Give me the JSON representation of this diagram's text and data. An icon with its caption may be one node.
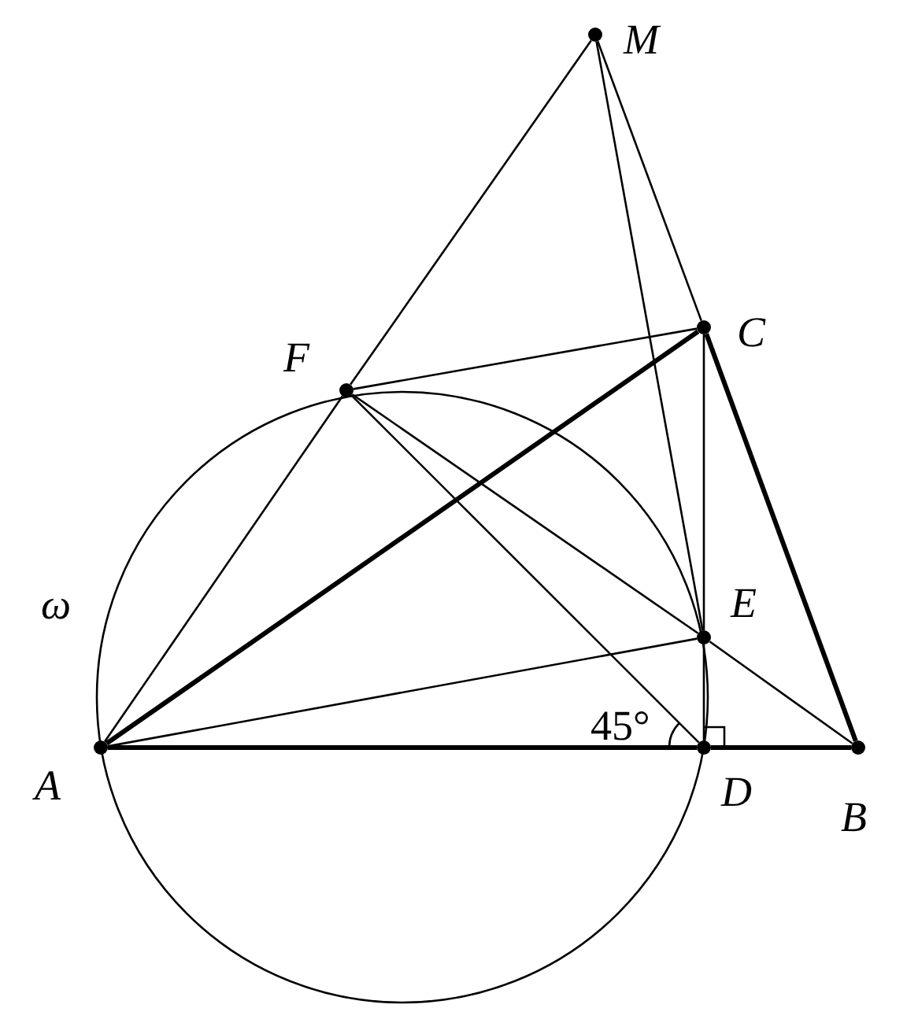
{
  "diagram": {
    "nodes": [
      {
        "text": [
          "M"
        ]
      },
      {
        "text": [
          "C"
        ]
      },
      {
        "text": [
          "F"
        ]
      },
      {
        "text": [
          "E"
        ]
      },
      {
        "text": [
          "A"
        ]
      },
      {
        "text": [
          "D"
        ]
      },
      {
        "text": [
          "B"
        ]
      }
    ],
    "edges": [
      {
        "from": 0,
        "to": 2,
        "arrow": "none"
      },
      {
        "from": 2,
        "to": 4,
        "arrow": "none"
      },
      {
        "from": 0,
        "to": 1,
        "arrow": "none"
      },
      {
        "from": 0,
        "to": 3,
        "arrow": "none"
      },
      {
        "from": 2,
        "to": 1,
        "arrow": "none"
      },
      {
        "from": 2,
        "to": 3,
        "arrow": "none"
      },
      {
        "from": 3,
        "to": 6,
        "arrow": "none"
      },
      {
        "from": 2,
        "to": 5,
        "arrow": "none"
      },
      {
        "from": 4,
        "to": 1,
        "arrow": "none",
        "style": "thick"
      },
      {
        "from": 4,
        "to": 3,
        "arrow": "none"
      },
      {
        "from": 4,
        "to": 5,
        "arrow": "none",
        "style": "thick"
      },
      {
        "from": 5,
        "to": 6,
        "arrow": "none",
        "style": "thick"
      },
      {
        "from": 1,
        "to": 6,
        "arrow": "none",
        "style": "thick"
      },
      {
        "from": 1,
        "to": 3,
        "arrow": "none"
      },
      {
        "from": 3,
        "to": 5,
        "arrow": "none"
      }
    ],
    "labels": [
      "ω",
      "45°"
    ]
  }
}
